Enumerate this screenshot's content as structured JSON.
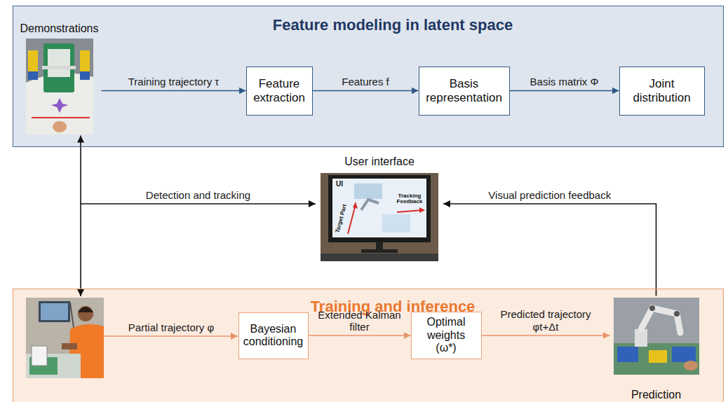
{
  "diagram": {
    "nodes": [
      {
        "text": [
          "Feature modeling in latent space"
        ]
      },
      {
        "text": [
          "Demonstrations"
        ],
        "in": 0
      },
      {
        "text": [
          "Feature extraction"
        ],
        "in": 0
      },
      {
        "text": [
          "Basis representation"
        ],
        "in": 0
      },
      {
        "text": [
          "Joint distribution"
        ],
        "in": 0
      },
      {
        "text": [
          "User interface"
        ]
      },
      {
        "text": [
          "Training and inference"
        ]
      },
      {
        "text": [
          "Bayesian conditioning"
        ],
        "in": 6
      },
      {
        "text": [
          "Optimal weights (ω*)"
        ],
        "in": 6
      },
      {
        "text": [
          "Prediction"
        ],
        "in": 6
      }
    ],
    "edges": [
      {
        "from": 1,
        "to": 2,
        "label": "Training trajectory τ",
        "arrow": "to"
      },
      {
        "from": 2,
        "to": 3,
        "label": "Features f",
        "arrow": "to"
      },
      {
        "from": 3,
        "to": 4,
        "label": "Basis matrix Φ",
        "arrow": "to"
      },
      {
        "from": 1,
        "to": 5,
        "label": "Detection and tracking",
        "arrow": "both"
      },
      {
        "from": 9,
        "to": 5,
        "label": "Visual prediction feedback",
        "arrow": "to"
      },
      {
        "from": 7,
        "to": 8,
        "label": "Extended Kalman filter",
        "arrow": "to"
      },
      {
        "from": 8,
        "to": 9,
        "label": "Predicted trajectory φt+Δt",
        "arrow": "to"
      }
    ],
    "labels": [
      "Partial trajectory φ",
      "UI",
      "Tracking Feedback",
      "Target Part"
    ]
  }
}
